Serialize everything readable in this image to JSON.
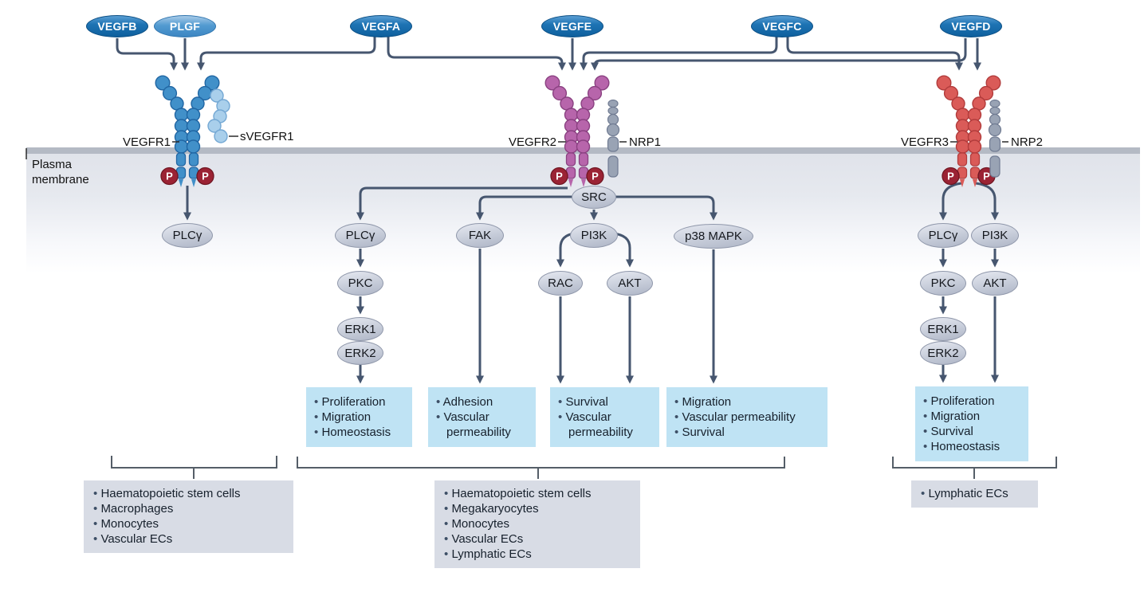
{
  "bullet": "•",
  "badges": {
    "p": "P"
  },
  "membrane": {
    "label": "Plasma membrane"
  },
  "ligands": {
    "vegfb": "VEGFB",
    "plgf": "PLGF",
    "vegfa": "VEGFA",
    "vegfe": "VEGFE",
    "vegfc": "VEGFC",
    "vegfd": "VEGFD"
  },
  "receptor_labels": {
    "vegfr1": "VEGFR1",
    "svegfr1": "sVEGFR1",
    "vegfr2": "VEGFR2",
    "nrp1": "NRP1",
    "vegfr3": "VEGFR3",
    "nrp2": "NRP2"
  },
  "kinases": {
    "plcg": "PLCγ",
    "pkc": "PKC",
    "erk1": "ERK1",
    "erk2": "ERK2",
    "fak": "FAK",
    "src": "SRC",
    "pi3k": "PI3K",
    "rac": "RAC",
    "akt": "AKT",
    "p38": "p38 MAPK"
  },
  "outcome_boxes": [
    {
      "items": [
        "Proliferation",
        "Migration",
        "Homeostasis"
      ]
    },
    {
      "items": [
        "Adhesion",
        "Vascular permeability"
      ]
    },
    {
      "items": [
        "Survival",
        "Vascular permeability"
      ]
    },
    {
      "items": [
        "Migration",
        "Vascular permeability",
        "Survival"
      ]
    },
    {
      "items": [
        "Proliferation",
        "Migration",
        "Survival",
        "Homeostasis"
      ]
    }
  ],
  "cell_type_boxes": [
    {
      "items": [
        "Haematopoietic stem cells",
        "Macrophages",
        "Monocytes",
        "Vascular ECs"
      ]
    },
    {
      "items": [
        "Haematopoietic stem cells",
        "Megakaryocytes",
        "Monocytes",
        "Vascular ECs",
        "Lymphatic ECs"
      ]
    },
    {
      "items": [
        "Lymphatic ECs"
      ]
    }
  ],
  "colors": {
    "ligand_blue": "#1268a8",
    "plgf_blue": "#4f98cf",
    "vegfr1_blue": "#4190c9",
    "vegfr2_purple": "#b765ab",
    "vegfr3_red": "#da5b58",
    "nrp_gray": "#99a3b4",
    "svegfr1_blue": "#a9cfeb",
    "phospho_red": "#9b2334",
    "arrow": "#46566f",
    "membrane_gray": "#b4bac4",
    "outcome_box_blue": "#bfe3f4",
    "cell_box_gray": "#d8dce5"
  }
}
